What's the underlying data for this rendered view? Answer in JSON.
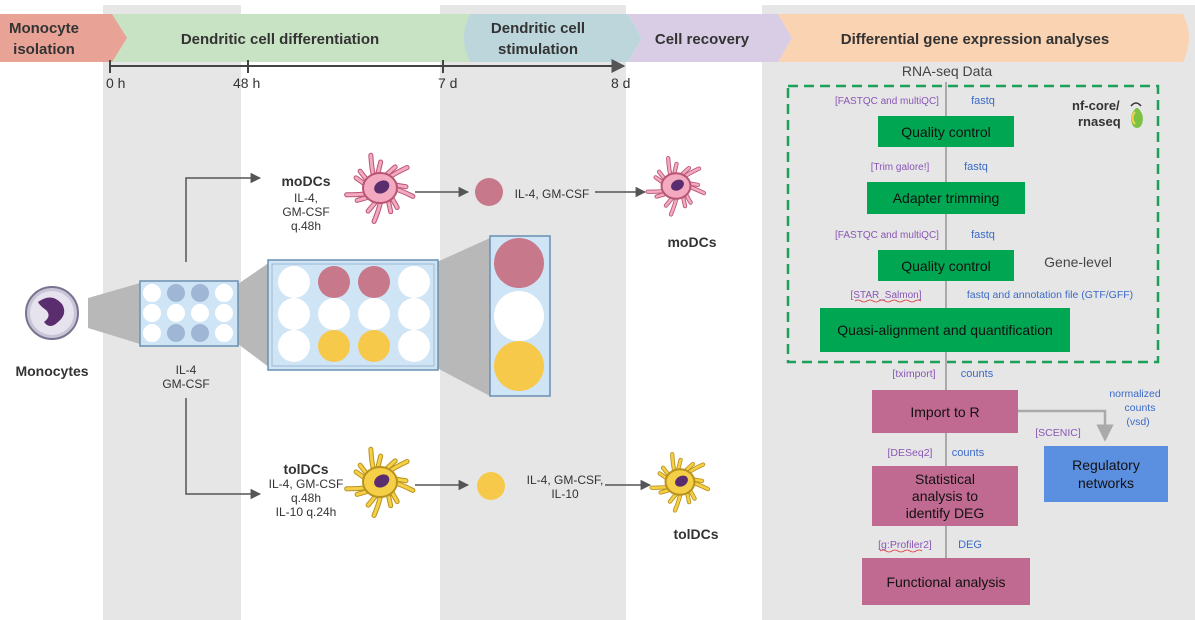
{
  "stages": {
    "monocyte_isolation": [
      "Monocyte",
      "isolation"
    ],
    "dc_differentiation": "Dendritic cell differentiation",
    "dc_stimulation": [
      "Dendritic cell",
      "stimulation"
    ],
    "cell_recovery": "Cell recovery",
    "dge_analyses": "Differential gene expression analyses"
  },
  "timeline": {
    "t0": "0 h",
    "t1": "48 h",
    "t2": "7 d",
    "t3": "8 d"
  },
  "left": {
    "monocytes": "Monocytes",
    "plate_small_label": [
      "IL-4",
      "GM-CSF"
    ],
    "modcs_title": "moDCs",
    "modcs_cond": [
      "IL-4,",
      "GM-CSF",
      "q.48h"
    ],
    "modcs_stim": "IL-4, GM-CSF",
    "modcs_out": "moDCs",
    "toldcs_title": "tolDCs",
    "toldcs_cond": [
      "IL-4, GM-CSF",
      "q.48h",
      "IL-10 q.24h"
    ],
    "toldcs_stim": [
      "IL-4, GM-CSF,",
      "IL-10"
    ],
    "toldcs_out": "tolDCs"
  },
  "pipeline": {
    "input": "RNA-seq Data",
    "nfcore": [
      "nf-core/",
      "rnaseq"
    ],
    "gene_level": "Gene-level",
    "steps": [
      {
        "tool": "[FASTQC and multiQC]",
        "io": "fastq",
        "label": "Quality control"
      },
      {
        "tool": "[Trim galore!]",
        "io": "fastq",
        "label": "Adapter trimming"
      },
      {
        "tool": "[FASTQC and multiQC]",
        "io": "fastq",
        "label": "Quality control"
      },
      {
        "tool": "[STAR_Salmon]",
        "io": "fastq and annotation file (GTF/GFF)",
        "label": "Quasi-alignment and quantification"
      }
    ],
    "import": {
      "tool": "[tximport]",
      "io": "counts",
      "label": "Import to R"
    },
    "stats": {
      "tool": "[DESeq2]",
      "io": "counts",
      "label": [
        "Statistical",
        "analysis to",
        "identify DEG"
      ]
    },
    "functional": {
      "tool": "[g:Profiler2]",
      "io": "DEG",
      "label": "Functional analysis"
    },
    "regulatory": {
      "tool": "[SCENIC]",
      "io": [
        "normalized",
        "counts",
        "(vsd)"
      ],
      "label": [
        "Regulatory",
        "networks"
      ]
    }
  },
  "colors": {
    "stage_monocyte": "#e8a396",
    "stage_diff": "#c8e3c3",
    "stage_stim": "#bcd6dc",
    "stage_recovery": "#d9cde6",
    "stage_dge": "#fad3b3",
    "qc_green": "#00a651",
    "r_pink": "#c06a92",
    "reg_blue": "#5b8fe0",
    "moDC_pink": "#f3a9c0",
    "tolDC_yellow": "#f5cf45",
    "tool_purple": "#8a55b5",
    "io_blue": "#3b6ac8"
  }
}
